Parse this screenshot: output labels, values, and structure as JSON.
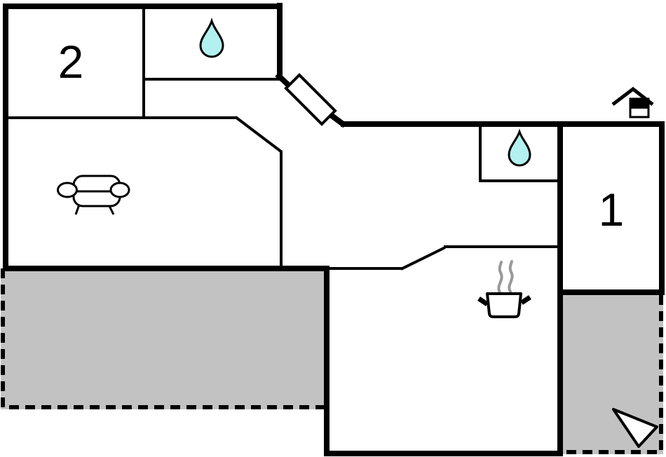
{
  "floorplan": {
    "type": "vacation-home-floor-plan",
    "rooms": [
      {
        "id": "room-2",
        "label": "2"
      },
      {
        "id": "room-1",
        "label": "1"
      }
    ],
    "icons": [
      {
        "name": "water-drop-icon",
        "meaning": "bathroom (top)",
        "color": "#b3f0f0"
      },
      {
        "name": "water-drop-icon",
        "meaning": "bathroom (middle)",
        "color": "#b3f0f0"
      },
      {
        "name": "sofa-icon",
        "meaning": "living room"
      },
      {
        "name": "cooking-pot-icon",
        "meaning": "kitchen"
      },
      {
        "name": "house-icon",
        "meaning": "entrance marker"
      },
      {
        "name": "north-arrow-icon",
        "meaning": "orientation arrow"
      },
      {
        "name": "entry-door",
        "meaning": "entrance door on diagonal wall"
      }
    ],
    "colors": {
      "wall": "#000000",
      "floor": "#ffffff",
      "terrace": "#c2c2c2",
      "water": "#b3f0f0",
      "steam": "#999999"
    }
  }
}
